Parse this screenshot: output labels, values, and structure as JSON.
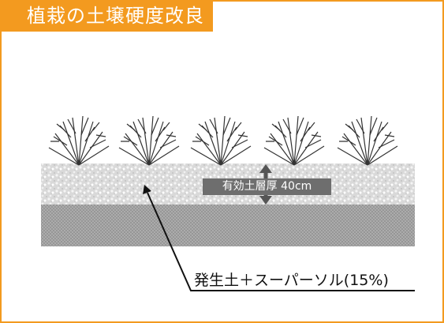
{
  "title": "植栽の土壌硬度改良",
  "effective_layer_label": "有効土層厚 40cm",
  "material_caption": "発生土＋スーパーソル(15%)",
  "colors": {
    "accent": "#f39a1f",
    "label_bg": "#6e6e6e",
    "upper_layer": "#d6d6d6",
    "lower_layer": "#a9a9a9"
  },
  "icons": [
    "shrub-icon",
    "double-arrow-icon",
    "pointer-arrow"
  ]
}
